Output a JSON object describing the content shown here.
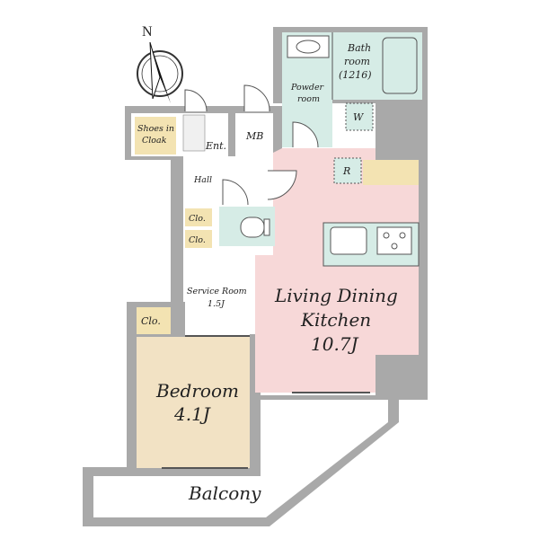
{
  "compass": {
    "north_label": "N"
  },
  "rooms": {
    "shoes_in_cloak": [
      "Shoes in",
      "Cloak"
    ],
    "entrance": "Ent.",
    "mb": "MB",
    "hall": "Hall",
    "closet_1": "Clo.",
    "closet_2": "Clo.",
    "closet_3": "Clo.",
    "service_room": [
      "Service Room",
      "1.5J"
    ],
    "powder_room": [
      "Powder",
      "room"
    ],
    "bathroom": [
      "Bath",
      "room",
      "(1216)"
    ],
    "washer": "W",
    "refrigerator": "R",
    "ldk": [
      "Living Dining",
      "Kitchen",
      "10.7J"
    ],
    "bedroom": [
      "Bedroom",
      "4.1J"
    ],
    "balcony": "Balcony"
  },
  "colors": {
    "wall": "#a9a9a9",
    "ldk": "#f7d8d8",
    "wet_area": "#d6ece6",
    "bedroom": "#f2e2c4",
    "storage": "#f3e3b2",
    "floor": "#f0f0f0"
  }
}
